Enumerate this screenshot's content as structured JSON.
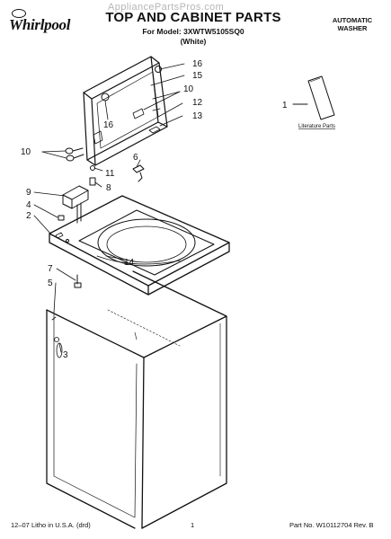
{
  "header": {
    "brand": "Whirlpool",
    "watermark": "AppliancePartsPros.com",
    "title": "TOP AND CABINET PARTS",
    "model": "For Model: 3XWTW5105SQ0",
    "color": "(White)",
    "product_line1": "AUTOMATIC",
    "product_line2": "WASHER"
  },
  "literature_label": "Literature Parts",
  "callouts": [
    "1",
    "2",
    "3",
    "4",
    "5",
    "6",
    "7",
    "8",
    "9",
    "10",
    "10",
    "11",
    "12",
    "13",
    "14",
    "15",
    "16",
    "16"
  ],
  "footer": {
    "left": "12–07 Litho in U.S.A. (drd)",
    "center": "1",
    "right": "Part No. W10112704 Rev. B"
  },
  "colors": {
    "line": "#111111",
    "paper": "#ffffff",
    "watermark": "#b5b5b5"
  }
}
